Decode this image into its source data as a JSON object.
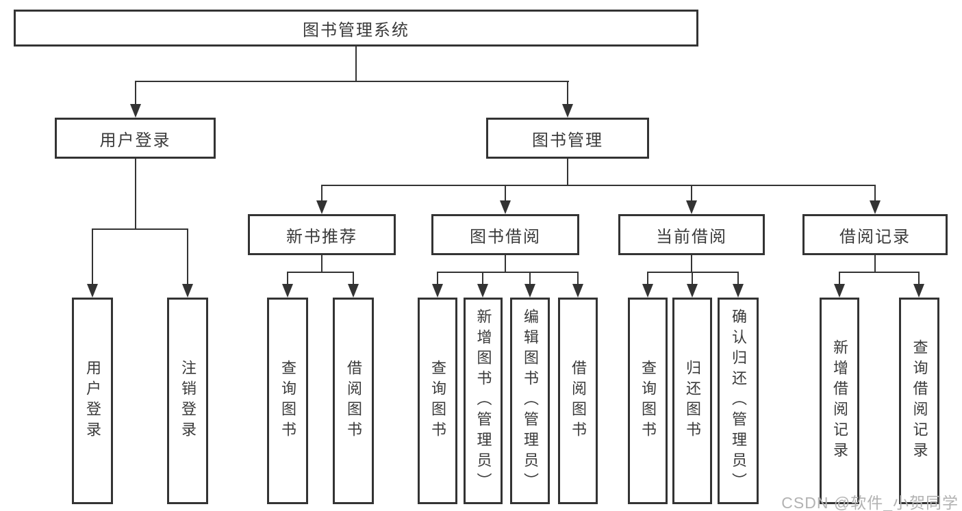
{
  "diagram": {
    "type": "tree",
    "root": "图书管理系统",
    "level2": [
      {
        "label": "用户登录"
      },
      {
        "label": "图书管理"
      }
    ],
    "level3": [
      {
        "label": "新书推荐"
      },
      {
        "label": "图书借阅"
      },
      {
        "label": "当前借阅"
      },
      {
        "label": "借阅记录"
      }
    ],
    "leaves": {
      "user_login": [
        {
          "label": "用户登录"
        },
        {
          "label": "注销登录"
        }
      ],
      "new_books": [
        {
          "label": "查询图书"
        },
        {
          "label": "借阅图书"
        }
      ],
      "book_borrow": [
        {
          "label": "查询图书"
        },
        {
          "label": "新增图书（管理员）"
        },
        {
          "label": "编辑图书（管理员）"
        },
        {
          "label": "借阅图书"
        }
      ],
      "current_borrow": [
        {
          "label": "查询图书"
        },
        {
          "label": "归还图书"
        },
        {
          "label": "确认归还（管理员）"
        }
      ],
      "borrow_records": [
        {
          "label": "新增借阅记录"
        },
        {
          "label": "查询借阅记录"
        }
      ]
    }
  },
  "watermark": "CSDN @软件_小贺同学",
  "colors": {
    "line": "#333333",
    "text": "#3a3a3a",
    "watermark": "#b2b2b2",
    "background": "#ffffff"
  }
}
